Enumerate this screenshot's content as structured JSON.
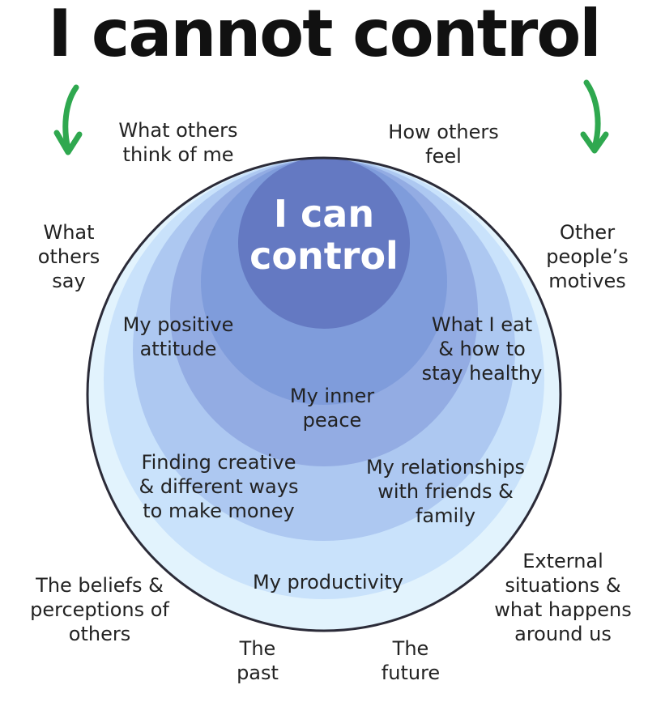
{
  "title": "I cannot control",
  "center_label": "I can\ncontrol",
  "colors": {
    "arrow": "#2fa84f",
    "ring_outline": "#2b2b38",
    "rings": [
      "#e2f3fd",
      "#c9e2fb",
      "#adc8f1",
      "#93ace3",
      "#7f9cdb",
      "#6479c2"
    ]
  },
  "inside_items": [
    "My positive\nattitude",
    "What I eat\n& how to\nstay healthy",
    "My inner\npeace",
    "Finding creative\n& different ways\nto make money",
    "My relationships\nwith friends &\nfamily",
    "My productivity"
  ],
  "outside_items": [
    "What others\nthink of me",
    "How others\nfeel",
    "What\nothers\nsay",
    "Other\npeople’s\nmotives",
    "The beliefs &\nperceptions of\nothers",
    "External\nsituations &\nwhat happens\naround us",
    "The\npast",
    "The\nfuture"
  ]
}
